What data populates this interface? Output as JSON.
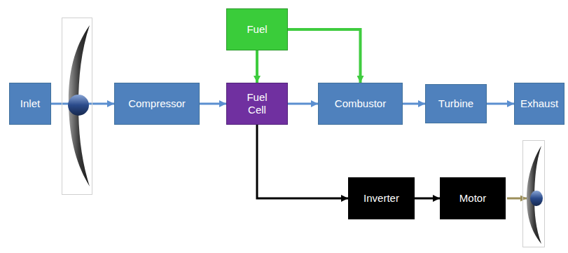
{
  "diagram": {
    "nodes": [
      {
        "text": [
          "Fuel"
        ]
      },
      {
        "text": [
          "Inlet"
        ]
      },
      {
        "text": [
          "Compressor"
        ]
      },
      {
        "text": [
          "Fuel Cell"
        ]
      },
      {
        "text": [
          "Combustor"
        ]
      },
      {
        "text": [
          "Turbine"
        ]
      },
      {
        "text": [
          "Exhaust"
        ]
      },
      {
        "text": [
          "Inverter"
        ]
      },
      {
        "text": [
          "Motor"
        ]
      }
    ],
    "edges": [
      {
        "from": 0,
        "to": 3,
        "arrow": "to"
      },
      {
        "from": 0,
        "to": 4,
        "arrow": "to"
      },
      {
        "from": 1,
        "to": 2,
        "arrow": "to"
      },
      {
        "from": 2,
        "to": 3,
        "arrow": "to"
      },
      {
        "from": 3,
        "to": 4,
        "arrow": "to"
      },
      {
        "from": 4,
        "to": 5,
        "arrow": "to"
      },
      {
        "from": 5,
        "to": 6,
        "arrow": "to"
      },
      {
        "from": 3,
        "to": 7,
        "arrow": "to"
      },
      {
        "from": 7,
        "to": 8,
        "arrow": "to"
      }
    ]
  }
}
